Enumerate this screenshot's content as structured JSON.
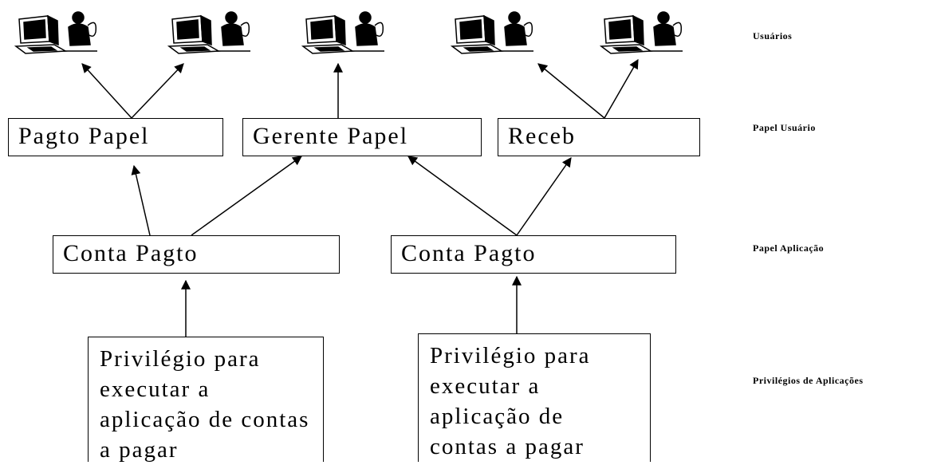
{
  "layers": {
    "users": "Usuários",
    "user_role": "Papel Usuário",
    "app_role": "Papel Aplicação",
    "app_privileges": "Privilégios de Aplicações"
  },
  "user_roles": [
    "Pagto Papel",
    "Gerente Papel",
    "Receb"
  ],
  "app_roles": [
    "Conta Pagto",
    "Conta Pagto"
  ],
  "privileges": [
    "Privilégio para executar a aplicação de contas a pagar",
    "Privilégio para executar a aplicação de contas a pagar"
  ],
  "icons": {
    "user": "computer-user-icon"
  }
}
